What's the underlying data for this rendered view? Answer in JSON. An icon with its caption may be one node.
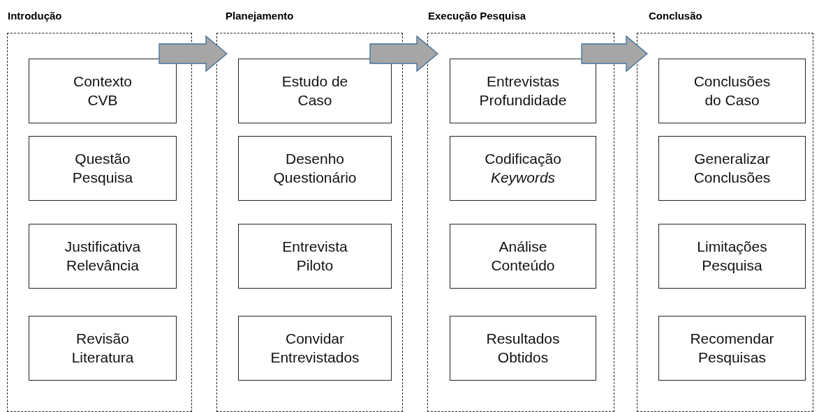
{
  "diagram": {
    "nodes": [
      {
        "text": [
          "Introdução"
        ]
      },
      {
        "text": [
          "Contexto CVB"
        ],
        "in": 0
      },
      {
        "text": [
          "Questão Pesquisa"
        ],
        "in": 0
      },
      {
        "text": [
          "Justificativa Relevância"
        ],
        "in": 0
      },
      {
        "text": [
          "Revisão Literatura"
        ],
        "in": 0
      },
      {
        "text": [
          "Planejamento"
        ]
      },
      {
        "text": [
          "Estudo de Caso"
        ],
        "in": 5
      },
      {
        "text": [
          "Desenho Questionário"
        ],
        "in": 5
      },
      {
        "text": [
          "Entrevista Piloto"
        ],
        "in": 5
      },
      {
        "text": [
          "Convidar Entrevistados"
        ],
        "in": 5
      },
      {
        "text": [
          "Execução Pesquisa"
        ]
      },
      {
        "text": [
          "Entrevistas Profundidade"
        ],
        "in": 10
      },
      {
        "text": [
          "Codificação *Keywords*"
        ],
        "in": 10
      },
      {
        "text": [
          "Análise Conteúdo"
        ],
        "in": 10
      },
      {
        "text": [
          "Resultados Obtidos"
        ],
        "in": 10
      },
      {
        "text": [
          "Conclusão"
        ]
      },
      {
        "text": [
          "Conclusões do Caso"
        ],
        "in": 15
      },
      {
        "text": [
          "Generalizar Conclusões"
        ],
        "in": 15
      },
      {
        "text": [
          "Limitações Pesquisa"
        ],
        "in": 15
      },
      {
        "text": [
          "Recomendar Pesquisas"
        ],
        "in": 15
      }
    ],
    "edges": [
      {
        "from": 0,
        "to": 5,
        "arrow": "to"
      },
      {
        "from": 5,
        "to": 10,
        "arrow": "to"
      },
      {
        "from": 10,
        "to": 15,
        "arrow": "to"
      }
    ]
  }
}
